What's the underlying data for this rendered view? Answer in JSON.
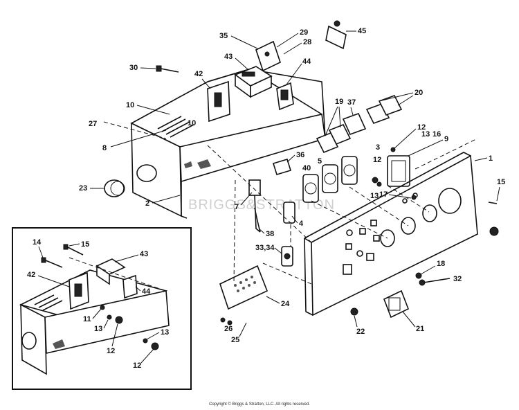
{
  "watermark": "BRIGGS&STRATTON",
  "copyright": "Copyright © Briggs & Stratton, LLC. All rights reserved.",
  "callouts": {
    "c1": "1",
    "c2": "2",
    "c3": "3",
    "c4": "4",
    "c5": "5",
    "c7": "7",
    "c8": "8",
    "c9": "9",
    "c10a": "10",
    "c10b": "10",
    "c12a": "12",
    "c12b": "12",
    "c13a": "13",
    "c13b": "13",
    "c15": "15",
    "c16": "16",
    "c17": "17",
    "c18": "18",
    "c19": "19",
    "c20": "20",
    "c21": "21",
    "c22": "22",
    "c23": "23",
    "c24": "24",
    "c25": "25",
    "c26": "26",
    "c27": "27",
    "c28": "28",
    "c29": "29",
    "c30": "30",
    "c32": "32",
    "c3334": "33,34",
    "c35": "35",
    "c36": "36",
    "c37": "37",
    "c38": "38",
    "c40": "40",
    "c42": "42",
    "c43": "43",
    "c44": "44",
    "c45": "45"
  },
  "inset_callouts": {
    "i11": "11",
    "i12a": "12",
    "i12b": "12",
    "i13a": "13",
    "i13b": "13",
    "i14": "14",
    "i15": "15",
    "i42": "42",
    "i43": "43",
    "i44": "44"
  }
}
